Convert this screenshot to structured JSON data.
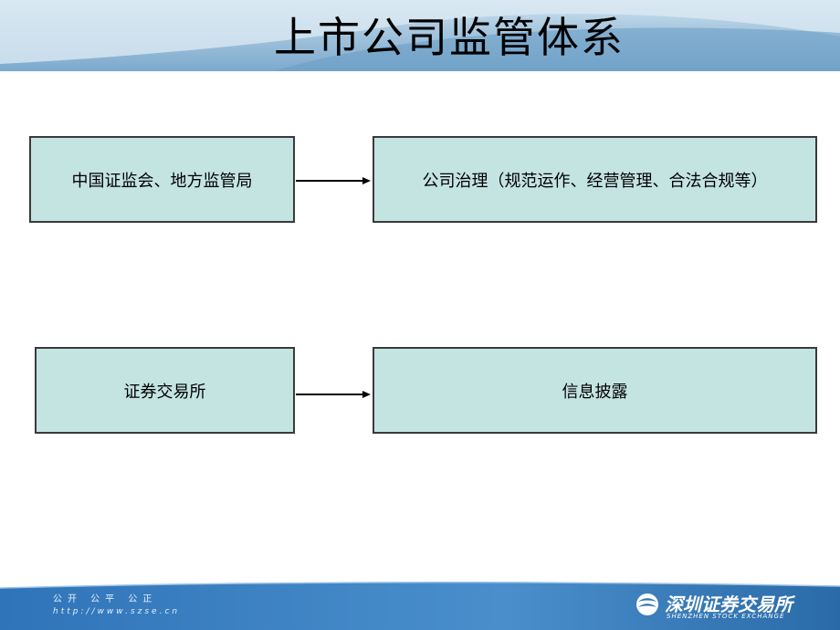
{
  "header": {
    "title": "上市公司监管体系"
  },
  "diagram": {
    "rows": [
      {
        "source": "中国证监会、地方监管局",
        "target": "公司治理（规范运作、经营管理、合法合规等）"
      },
      {
        "source": "证券交易所",
        "target": "信息披露"
      }
    ]
  },
  "footer": {
    "slogan": "公开 公平 公正",
    "website": "http://www.szse.cn",
    "logo_cn": "深圳证券交易所",
    "logo_en": "SHENZHEN STOCK EXCHANGE"
  },
  "colors": {
    "box_fill": "#c4e4e2",
    "header_blue": "#7da9cc",
    "footer_blue": "#3a7fc0"
  }
}
